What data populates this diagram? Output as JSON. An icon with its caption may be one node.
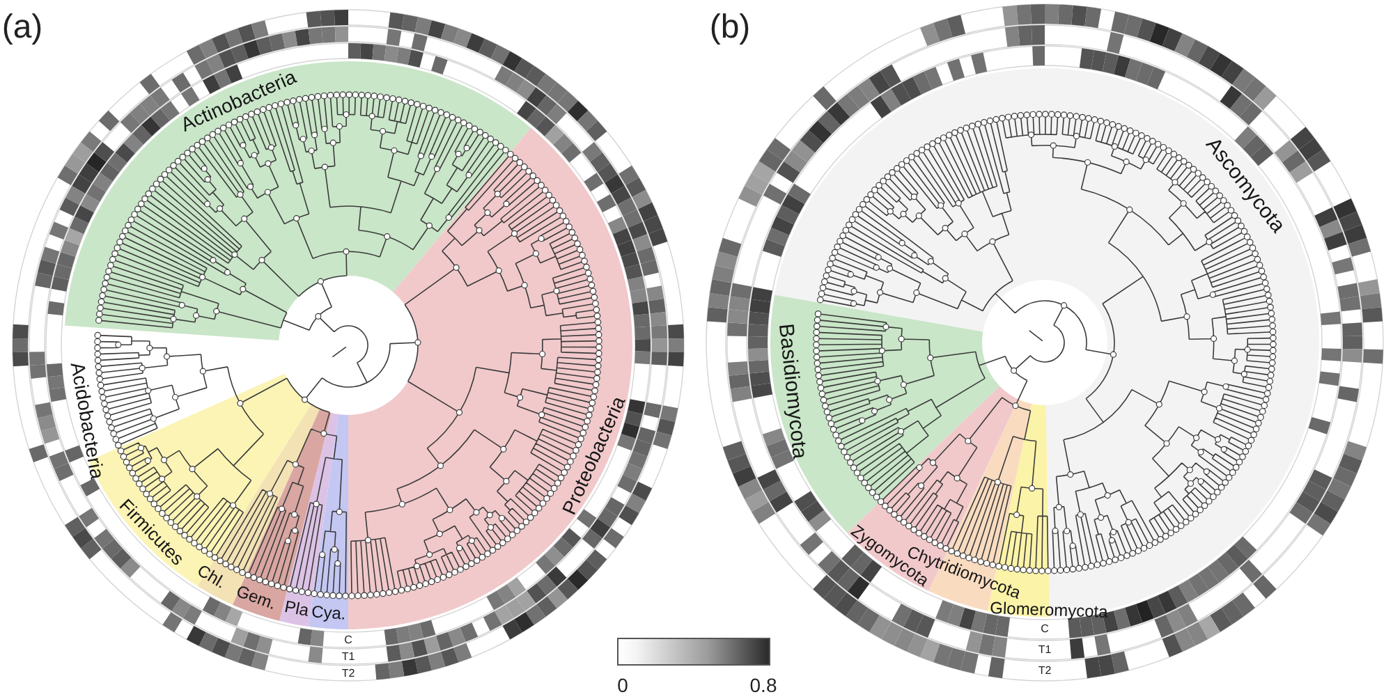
{
  "diagram": {
    "nodes": [
      {
        "text": [
          "Actinobacteria"
        ]
      },
      {
        "text": [
          "Proteobacteria"
        ]
      },
      {
        "text": [
          "Firmicutes"
        ]
      },
      {
        "text": [
          "Chl."
        ]
      },
      {
        "text": [
          "Gem."
        ]
      },
      {
        "text": [
          "Pla"
        ]
      },
      {
        "text": [
          "Cya."
        ]
      },
      {
        "text": [
          "Ascomycota"
        ]
      },
      {
        "text": [
          "Basidiomycota"
        ]
      },
      {
        "text": [
          "Zygomycota"
        ]
      },
      {
        "text": [
          "Chytridiomycota"
        ]
      },
      {
        "text": [
          "Glomeromycota"
        ]
      },
      {
        "text": [],
        "shape": "bar",
        "beside": [
          "0",
          "0.8"
        ]
      }
    ],
    "labels": [
      "(a)",
      "(b)",
      "Acidobacteria",
      "C",
      "T1",
      "T2",
      "C",
      "T1",
      "T2"
    ]
  }
}
